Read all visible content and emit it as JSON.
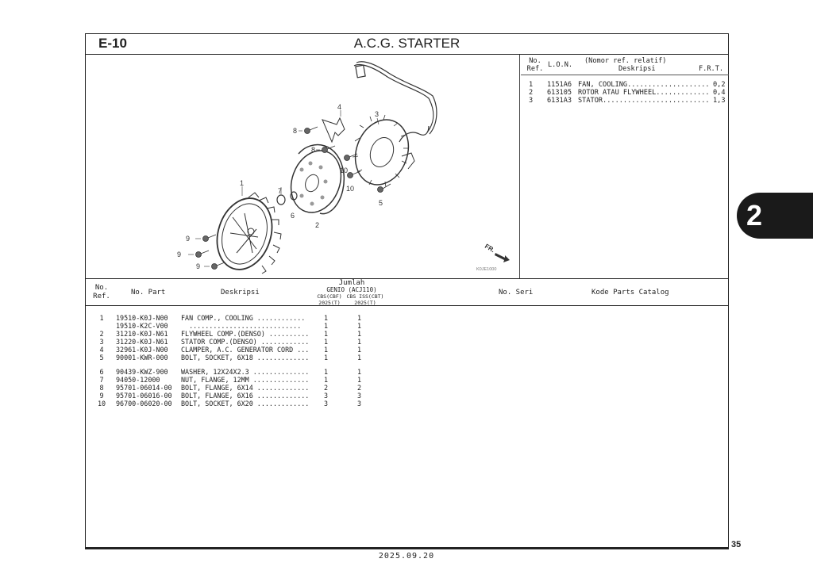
{
  "header": {
    "code": "E-10",
    "title": "A.C.G. STARTER"
  },
  "diagram": {
    "callouts": [
      "1",
      "2",
      "3",
      "4",
      "5",
      "6",
      "7",
      "8",
      "8",
      "9",
      "9",
      "9",
      "10",
      "10"
    ],
    "direction_label": "FR.",
    "figure_code": "K0JE1000"
  },
  "lon_table": {
    "col_ref": [
      "No.",
      "Ref."
    ],
    "col_lon": "L.O.N.",
    "col_desc": [
      "(Nomor ref. relatif)",
      "Deskripsi"
    ],
    "col_frt": "F.R.T.",
    "rows": [
      {
        "ref": "1",
        "lon": "1151A6",
        "desc": "FAN, COOLING....................",
        "frt": "0,2"
      },
      {
        "ref": "2",
        "lon": "613105",
        "desc": "ROTOR ATAU FLYWHEEL.............",
        "frt": "0,4"
      },
      {
        "ref": "3",
        "lon": "6131A3",
        "desc": "STATOR..........................",
        "frt": "1,3"
      }
    ]
  },
  "parts_table": {
    "col_ref": [
      "No.",
      "Ref."
    ],
    "col_part": "No. Part",
    "col_desc": "Deskripsi",
    "col_qty": "Jumlah",
    "col_model": "GENIO (ACJ110)",
    "col_var1": [
      "CBS(CBF)",
      "2025(T)"
    ],
    "col_var2": [
      "CBS ISS(CBT)",
      "2025(T)"
    ],
    "col_serial": "No. Seri",
    "col_catalog": "Kode Parts Catalog",
    "rows": [
      {
        "ref": "1",
        "part": "19510-K0J-N00",
        "desc": "FAN COMP., COOLING ............",
        "q1": "1",
        "q2": "1"
      },
      {
        "ref": "",
        "part": "19510-K2C-V00",
        "desc": "  ............................",
        "q1": "1",
        "q2": "1"
      },
      {
        "ref": "2",
        "part": "31210-K0J-N61",
        "desc": "FLYWHEEL COMP.(DENSO) ..........",
        "q1": "1",
        "q2": "1"
      },
      {
        "ref": "3",
        "part": "31220-K0J-N61",
        "desc": "STATOR COMP.(DENSO) ............",
        "q1": "1",
        "q2": "1"
      },
      {
        "ref": "4",
        "part": "32961-K0J-N00",
        "desc": "CLAMPER, A.C. GENERATOR CORD ...",
        "q1": "1",
        "q2": "1"
      },
      {
        "ref": "5",
        "part": "90001-KWR-000",
        "desc": "BOLT, SOCKET, 6X18 .............",
        "q1": "1",
        "q2": "1"
      },
      {
        "ref": "6",
        "part": "90439-KWZ-900",
        "desc": "WASHER, 12X24X2.3 ..............",
        "q1": "1",
        "q2": "1"
      },
      {
        "ref": "7",
        "part": "94050-12000",
        "desc": "NUT, FLANGE, 12MM ..............",
        "q1": "1",
        "q2": "1"
      },
      {
        "ref": "8",
        "part": "95701-06014-00",
        "desc": "BOLT, FLANGE, 6X14 .............",
        "q1": "2",
        "q2": "2"
      },
      {
        "ref": "9",
        "part": "95701-06016-00",
        "desc": "BOLT, FLANGE, 6X16 .............",
        "q1": "3",
        "q2": "3"
      },
      {
        "ref": "10",
        "part": "96700-06020-00",
        "desc": "BOLT, SOCKET, 6X20 .............",
        "q1": "3",
        "q2": "3"
      }
    ]
  },
  "section_tab": "2",
  "page_number": "35",
  "footer_date": "2025.09.20"
}
